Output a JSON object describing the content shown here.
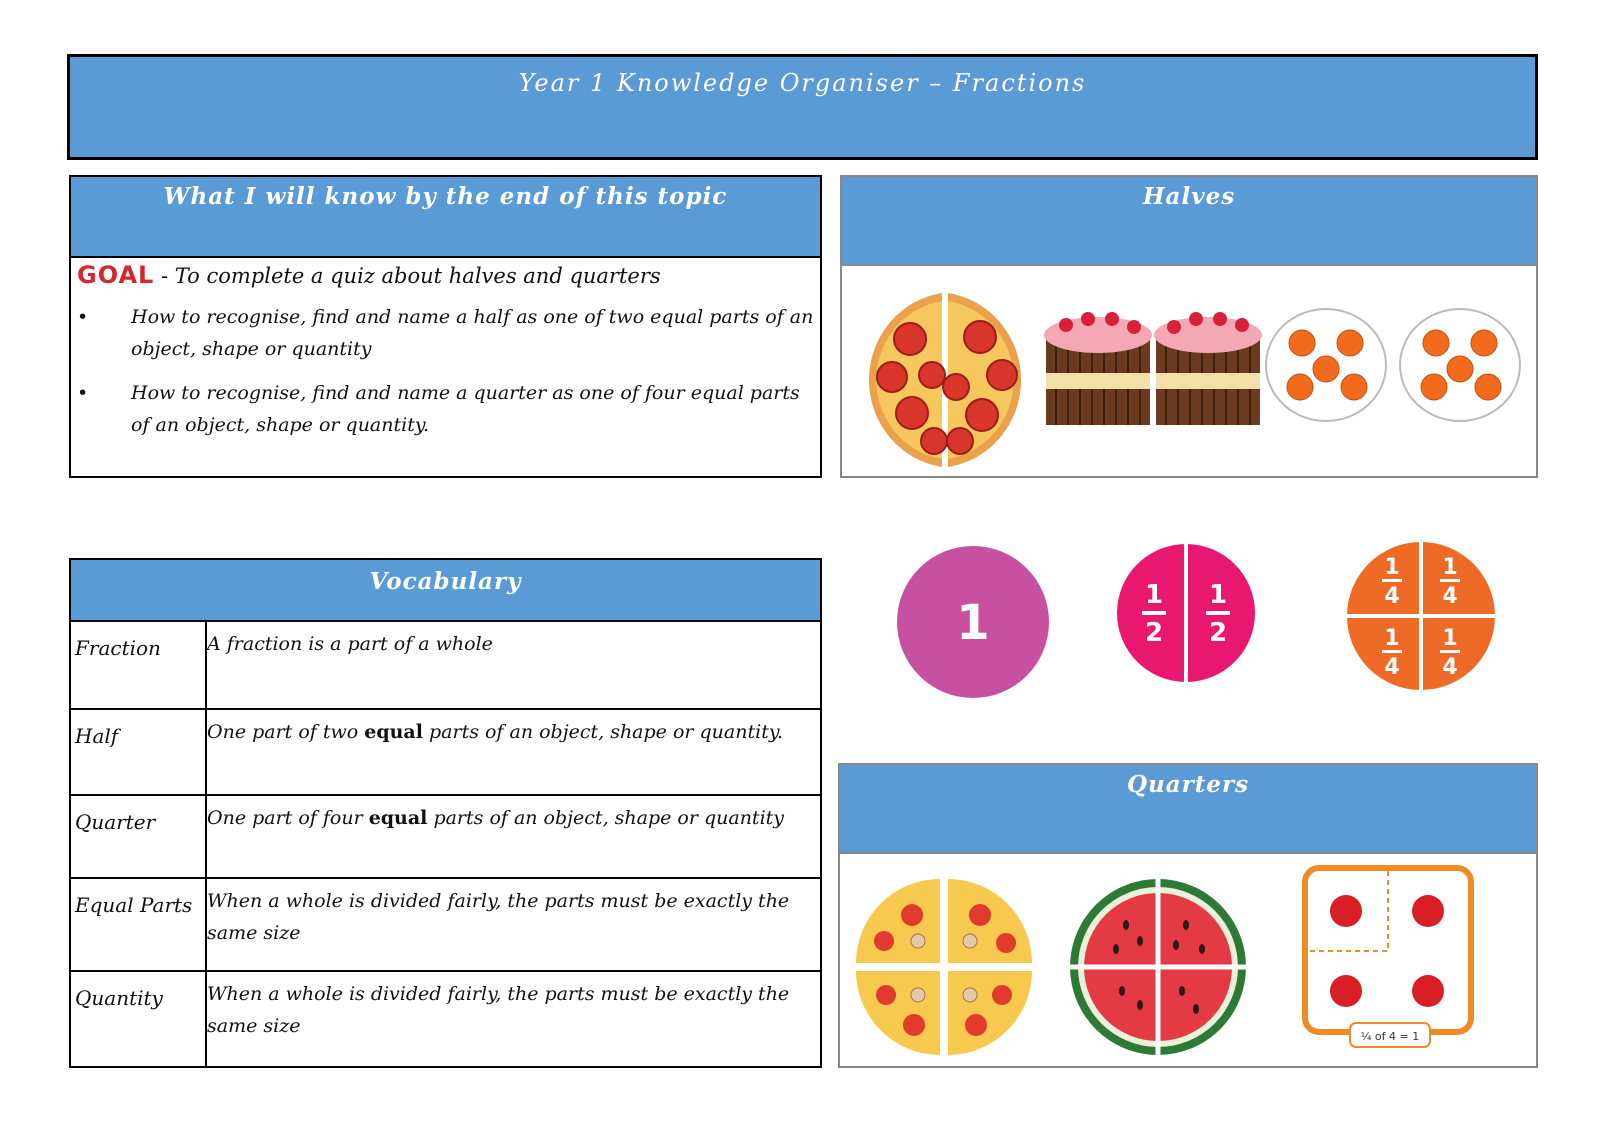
{
  "header": {
    "title": "Year 1 Knowledge Organiser –  Fractions"
  },
  "know": {
    "heading": "What I will know by the end of this topic",
    "goal_logo": "GOAL",
    "goal_text": " - To complete a quiz about halves and quarters",
    "bullets": [
      "How to recognise, find and name a half as one of two equal parts of an object, shape or quantity",
      "How to recognise, find and name a quarter as one of four equal parts of an object, shape or quantity."
    ]
  },
  "halves": {
    "heading": "Halves"
  },
  "vocab": {
    "heading": "Vocabulary",
    "rows": [
      {
        "term": "Fraction",
        "def_pre": "A fraction is a part of a whole",
        "def_bold": "",
        "def_post": ""
      },
      {
        "term": "Half",
        "def_pre": "One part of two ",
        "def_bold": "equal",
        "def_post": " parts of an object, shape or quantity."
      },
      {
        "term": "Quarter",
        "def_pre": "One part of four ",
        "def_bold": "equal",
        "def_post": " parts of an object, shape or quantity"
      },
      {
        "term": "Equal Parts",
        "def_pre": "When a whole is divided fairly, the parts must be exactly the same size",
        "def_bold": "",
        "def_post": ""
      },
      {
        "term": "Quantity",
        "def_pre": "When a whole is divided fairly, the parts must be exactly the same size",
        "def_bold": "",
        "def_post": ""
      }
    ]
  },
  "fraction_circles": {
    "whole": "1",
    "half": "1/2",
    "quarter": "1/4",
    "whole_color": "#c850a0",
    "half_color": "#e8176f",
    "quarter_color": "#ef6a27"
  },
  "quarters": {
    "heading": "Quarters",
    "caption": "¼ of 4 = 1"
  },
  "colors": {
    "header_blue": "#5b9bd5",
    "goal_red": "#d9262e"
  }
}
